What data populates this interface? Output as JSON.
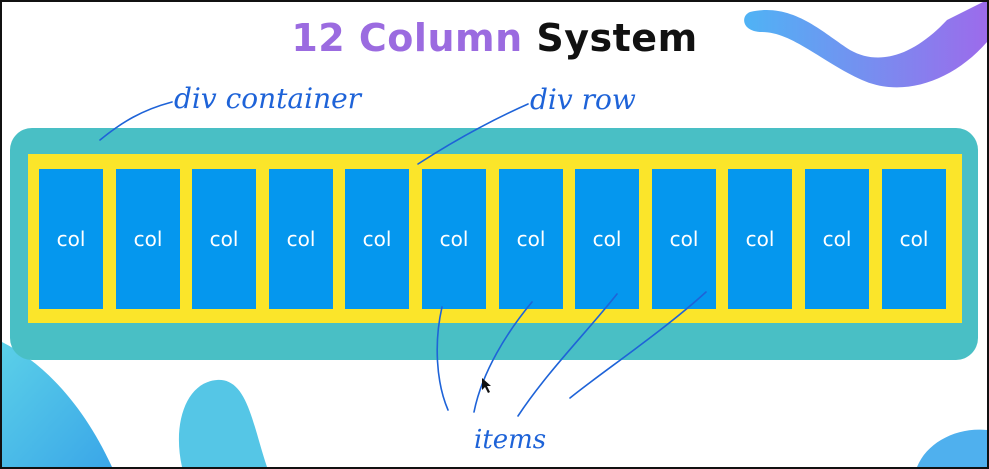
{
  "title": {
    "accent_text": "12 Column",
    "rest_text": " System"
  },
  "annotations": {
    "container_label": "div container",
    "row_label": "div row",
    "items_label": "items"
  },
  "columns": [
    "col",
    "col",
    "col",
    "col",
    "col",
    "col",
    "col",
    "col",
    "col",
    "col",
    "col",
    "col"
  ],
  "colors": {
    "title_accent": "#9B6BE0",
    "title_text": "#111111",
    "container": "#49BFC5",
    "row": "#FBE52A",
    "column": "#0597EE",
    "handwriting": "#1E63D8"
  }
}
